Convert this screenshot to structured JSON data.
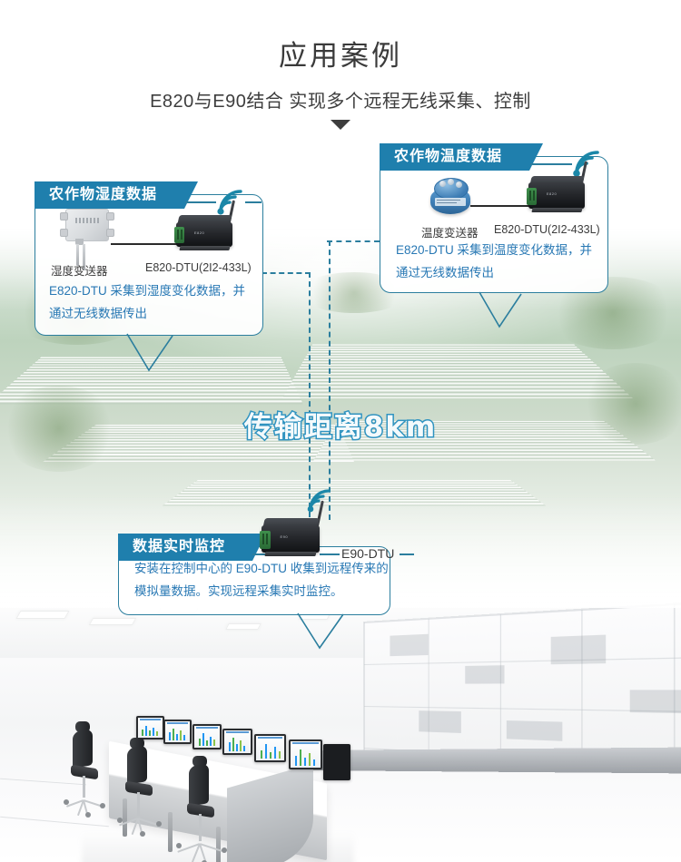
{
  "header": {
    "title": "应用案例",
    "subtitle": "E820与E90结合 实现多个远程无线采集、控制",
    "caret_icon": "triangle-down-icon"
  },
  "distance_badge": {
    "label": "传输距离8km",
    "color": "#2f93c0"
  },
  "colors": {
    "banner": "#1f7fad",
    "border": "#2b7e9e",
    "body_text": "#2878b4",
    "device_label": "#3b3b3b",
    "header_text": "#3a3a3a"
  },
  "callouts": [
    {
      "id": "humidity",
      "banner": "农作物湿度数据",
      "device_left_label": "湿度变送器",
      "device_right_label": "E820-DTU(2I2-433L)",
      "body_lines": [
        "E820-DTU 采集到湿度变化数据，并",
        "通过无线数据传出"
      ],
      "wifi_icon": "wifi-signal-icon",
      "left_device_icon": "humidity-transmitter-icon",
      "right_device_icon": "dtu-module-icon"
    },
    {
      "id": "temperature",
      "banner": "农作物温度数据",
      "device_left_label": "温度变送器",
      "device_right_label": "E820-DTU(2I2-433L)",
      "body_lines": [
        "E820-DTU 采集到温度变化数据，并",
        "通过无线数据传出"
      ],
      "wifi_icon": "wifi-signal-icon",
      "left_device_icon": "temperature-transmitter-icon",
      "right_device_icon": "dtu-module-icon"
    },
    {
      "id": "monitor",
      "banner": "数据实时监控",
      "device_right_label": "E90-DTU",
      "body_lines": [
        "安装在控制中心的 E90-DTU 收集到远程传来的",
        "模拟量数据。实现远程采集实时监控。"
      ],
      "wifi_icon": "wifi-signal-icon",
      "right_device_icon": "dtu-module-icon"
    }
  ],
  "scenes": {
    "aerial": "aerial-greenhouse-farm-photo",
    "control_room": "control-room-photo"
  }
}
